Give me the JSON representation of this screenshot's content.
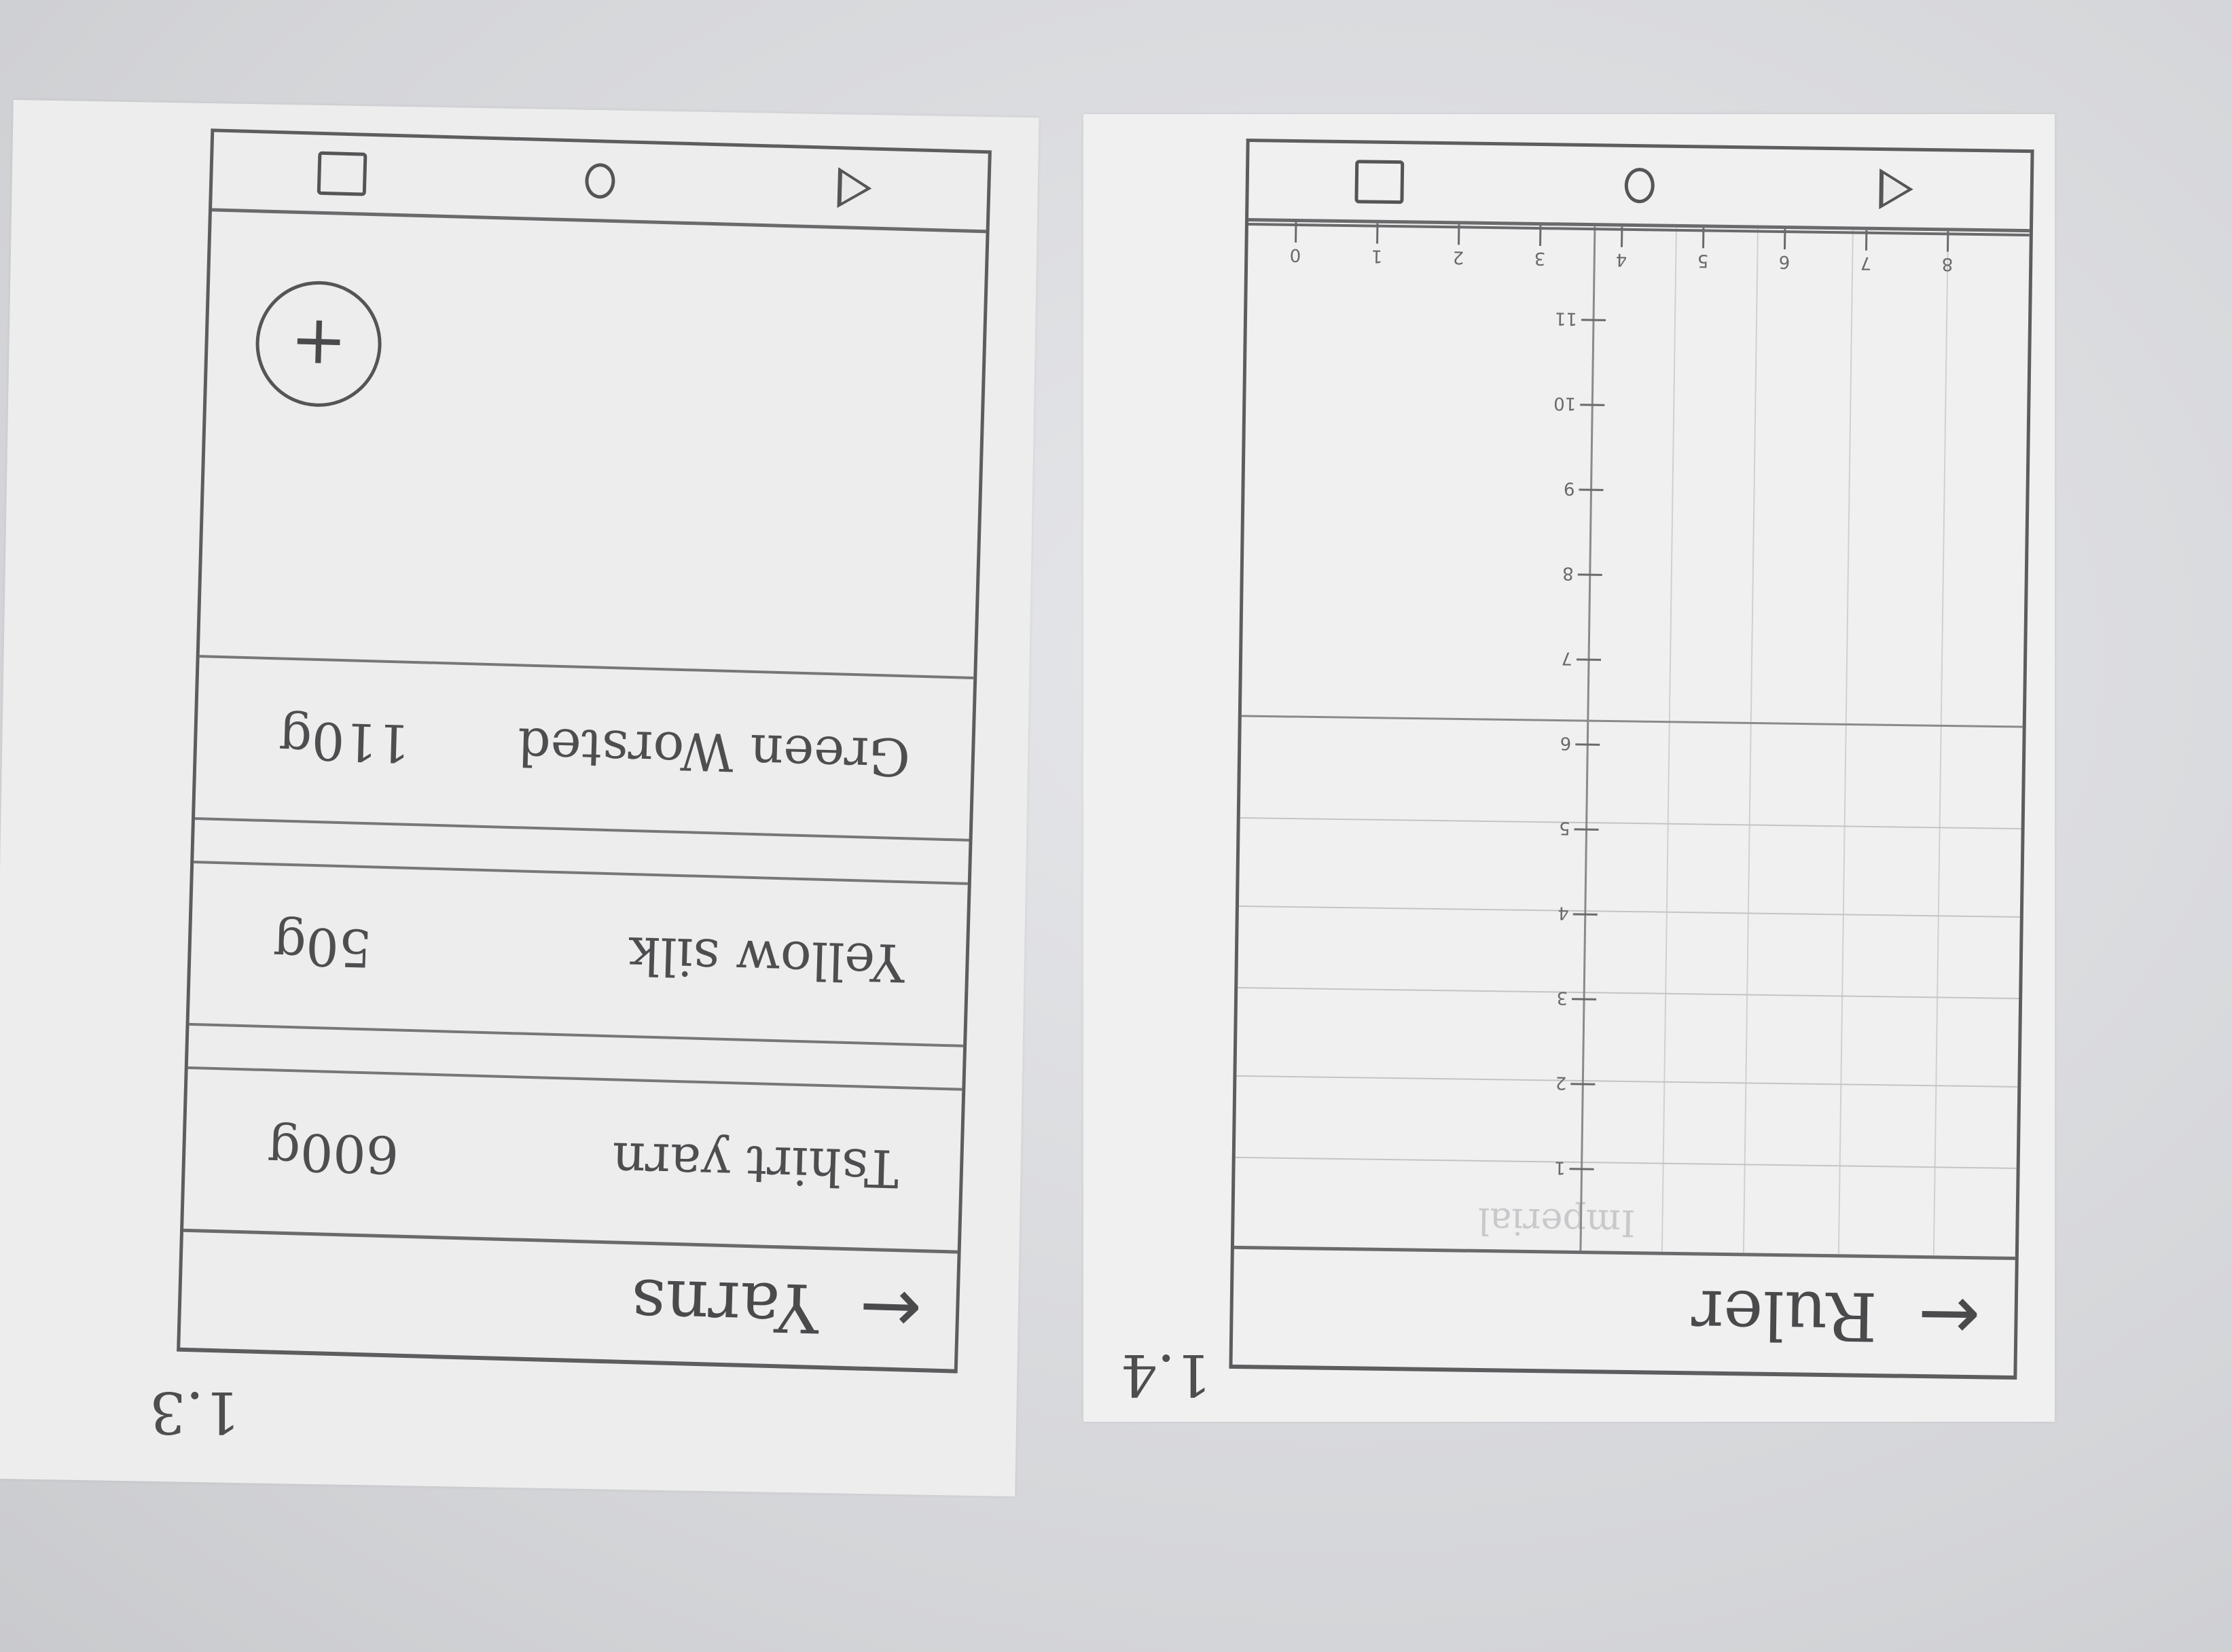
{
  "sheet_1": {
    "label": "1.3",
    "appbar": {
      "back_glyph": "←",
      "title": "Yarns"
    },
    "yarns": [
      {
        "name": "Tshirt yarn",
        "weight": "600g"
      },
      {
        "name": "Yellow silk",
        "weight": "50g"
      },
      {
        "name": "Green Worsted",
        "weight": "110g"
      }
    ],
    "fab_glyph": "+",
    "navbar": {
      "back_icon": "triangle-back-icon",
      "home_icon": "circle-home-icon",
      "recents_icon": "square-recents-icon"
    }
  },
  "sheet_2": {
    "label": "1.4",
    "appbar": {
      "back_glyph": "←",
      "title": "Ruler"
    },
    "faint_word": "Imperial",
    "ruler": {
      "horizontal_ticks": [
        "0",
        "1",
        "2",
        "3",
        "4",
        "5",
        "6",
        "7",
        "8"
      ],
      "vertical_ticks": [
        "1",
        "2",
        "3",
        "4",
        "5",
        "6",
        "7",
        "8",
        "9",
        "10",
        "11"
      ]
    },
    "navbar": {
      "back_icon": "triangle-back-icon",
      "home_icon": "circle-home-icon",
      "recents_icon": "square-recents-icon"
    }
  }
}
